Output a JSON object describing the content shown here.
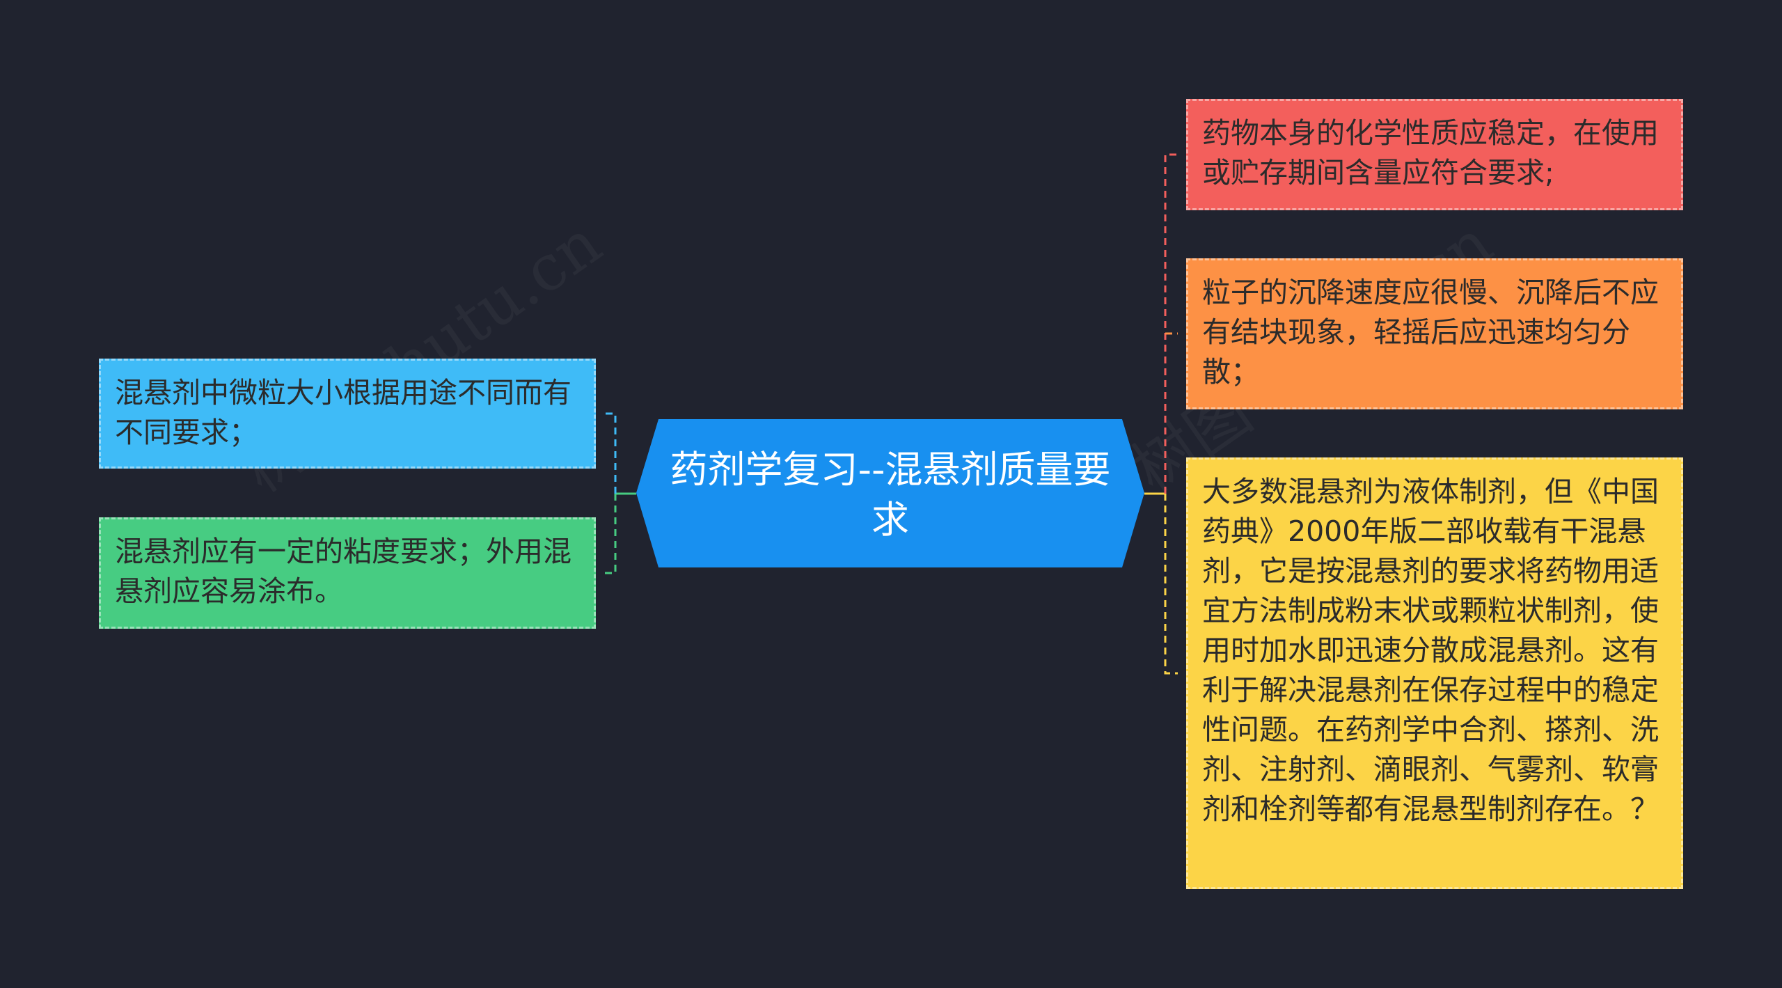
{
  "center": {
    "title": "药剂学复习--混悬剂质量要求",
    "color": "#1890f0"
  },
  "left_nodes": [
    {
      "text": "混悬剂中微粒大小根据用途不同而有不同要求；",
      "color": "#3fbbf7"
    },
    {
      "text": "混悬剂应有一定的粘度要求；外用混悬剂应容易涂布。",
      "color": "#47cc82"
    }
  ],
  "right_nodes": [
    {
      "text": "药物本身的化学性质应稳定，在使用或贮存期间含量应符合要求;",
      "color": "#f35f5c"
    },
    {
      "text": "粒子的沉降速度应很慢、沉降后不应有结块现象，轻摇后应迅速均匀分散；",
      "color": "#fd9145"
    },
    {
      "text": "大多数混悬剂为液体制剂，但《中国药典》2000年版二部收载有干混悬剂，它是按混悬剂的要求将药物用适宜方法制成粉末状或颗粒状制剂，使用时加水即迅速分散成混悬剂。这有利于解决混悬剂在保存过程中的稳定性问题。在药剂学中合剂、搽剂、洗剂、注射剂、滴眼剂、气雾剂、软膏剂和栓剂等都有混悬型制剂存在。？",
      "color": "#fcd447"
    }
  ],
  "watermark": {
    "text": "树图 shutu.cn"
  },
  "colors": {
    "background": "#20232f"
  }
}
